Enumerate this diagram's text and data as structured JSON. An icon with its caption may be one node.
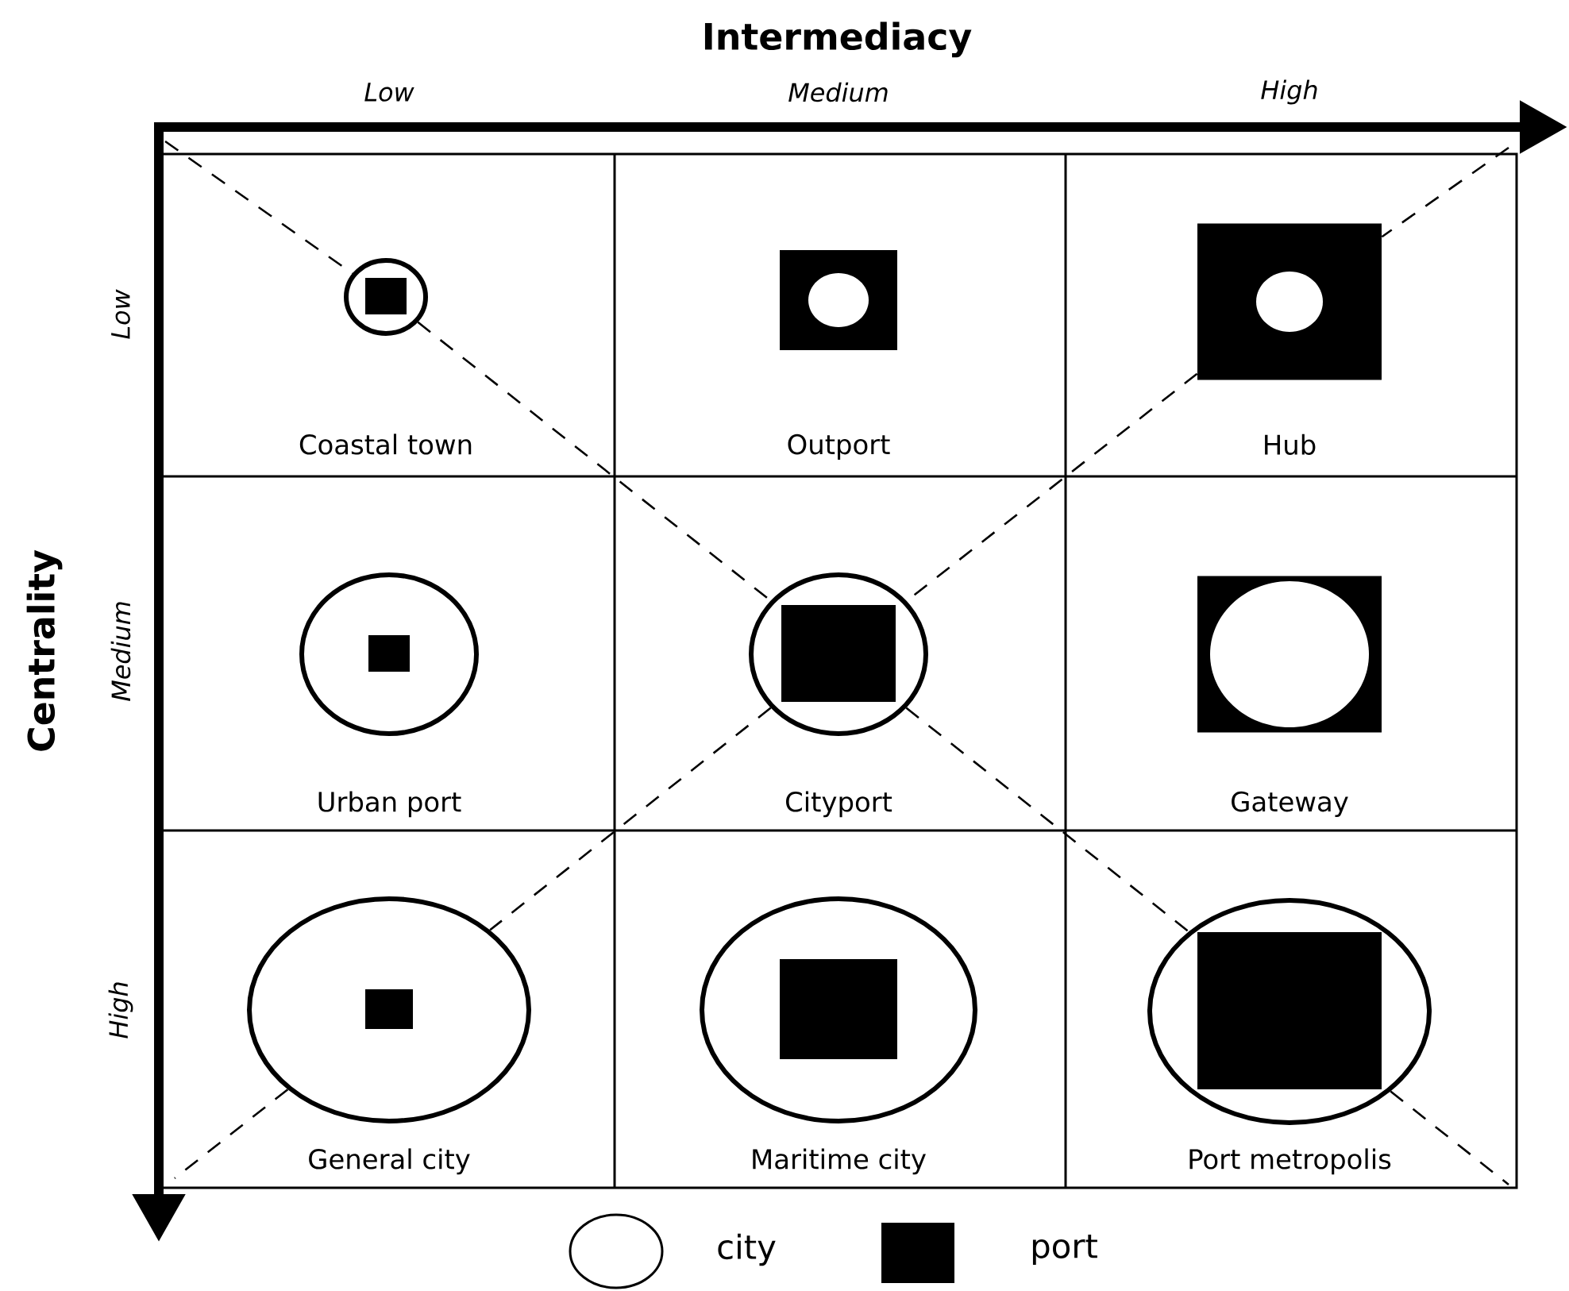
{
  "diagram": {
    "nodes": [
      {
        "text": [
          "Coastal town"
        ]
      },
      {
        "text": [
          "Outport"
        ]
      },
      {
        "text": [
          "Hub"
        ]
      },
      {
        "text": [
          "Urban port"
        ]
      },
      {
        "text": [
          "Cityport"
        ]
      },
      {
        "text": [
          "Gateway"
        ]
      },
      {
        "text": [
          "General city"
        ]
      },
      {
        "text": [
          "Maritime city"
        ]
      },
      {
        "text": [
          "Port metropolis"
        ]
      }
    ],
    "edges": [
      {
        "from": null,
        "to": 0,
        "arrow": "none",
        "style": "dashed"
      },
      {
        "from": 0,
        "to": 4,
        "arrow": "none",
        "style": "dashed"
      },
      {
        "from": 4,
        "to": 8,
        "arrow": "none",
        "style": "dashed"
      },
      {
        "from": 8,
        "to": null,
        "arrow": "none",
        "style": "dashed"
      },
      {
        "from": null,
        "to": 2,
        "arrow": "none",
        "style": "dashed"
      },
      {
        "from": 2,
        "to": 4,
        "arrow": "none",
        "style": "dashed"
      },
      {
        "from": 4,
        "to": 6,
        "arrow": "none",
        "style": "dashed"
      },
      {
        "from": 6,
        "to": null,
        "arrow": "none",
        "style": "dashed"
      }
    ],
    "labels": [
      "Intermediacy",
      "Low",
      "Medium",
      "High",
      "Centrality",
      "Low",
      "Medium",
      "High"
    ],
    "legend": [
      {
        "text": "city"
      },
      {
        "text": "port",
        "color": "#000000"
      }
    ]
  }
}
